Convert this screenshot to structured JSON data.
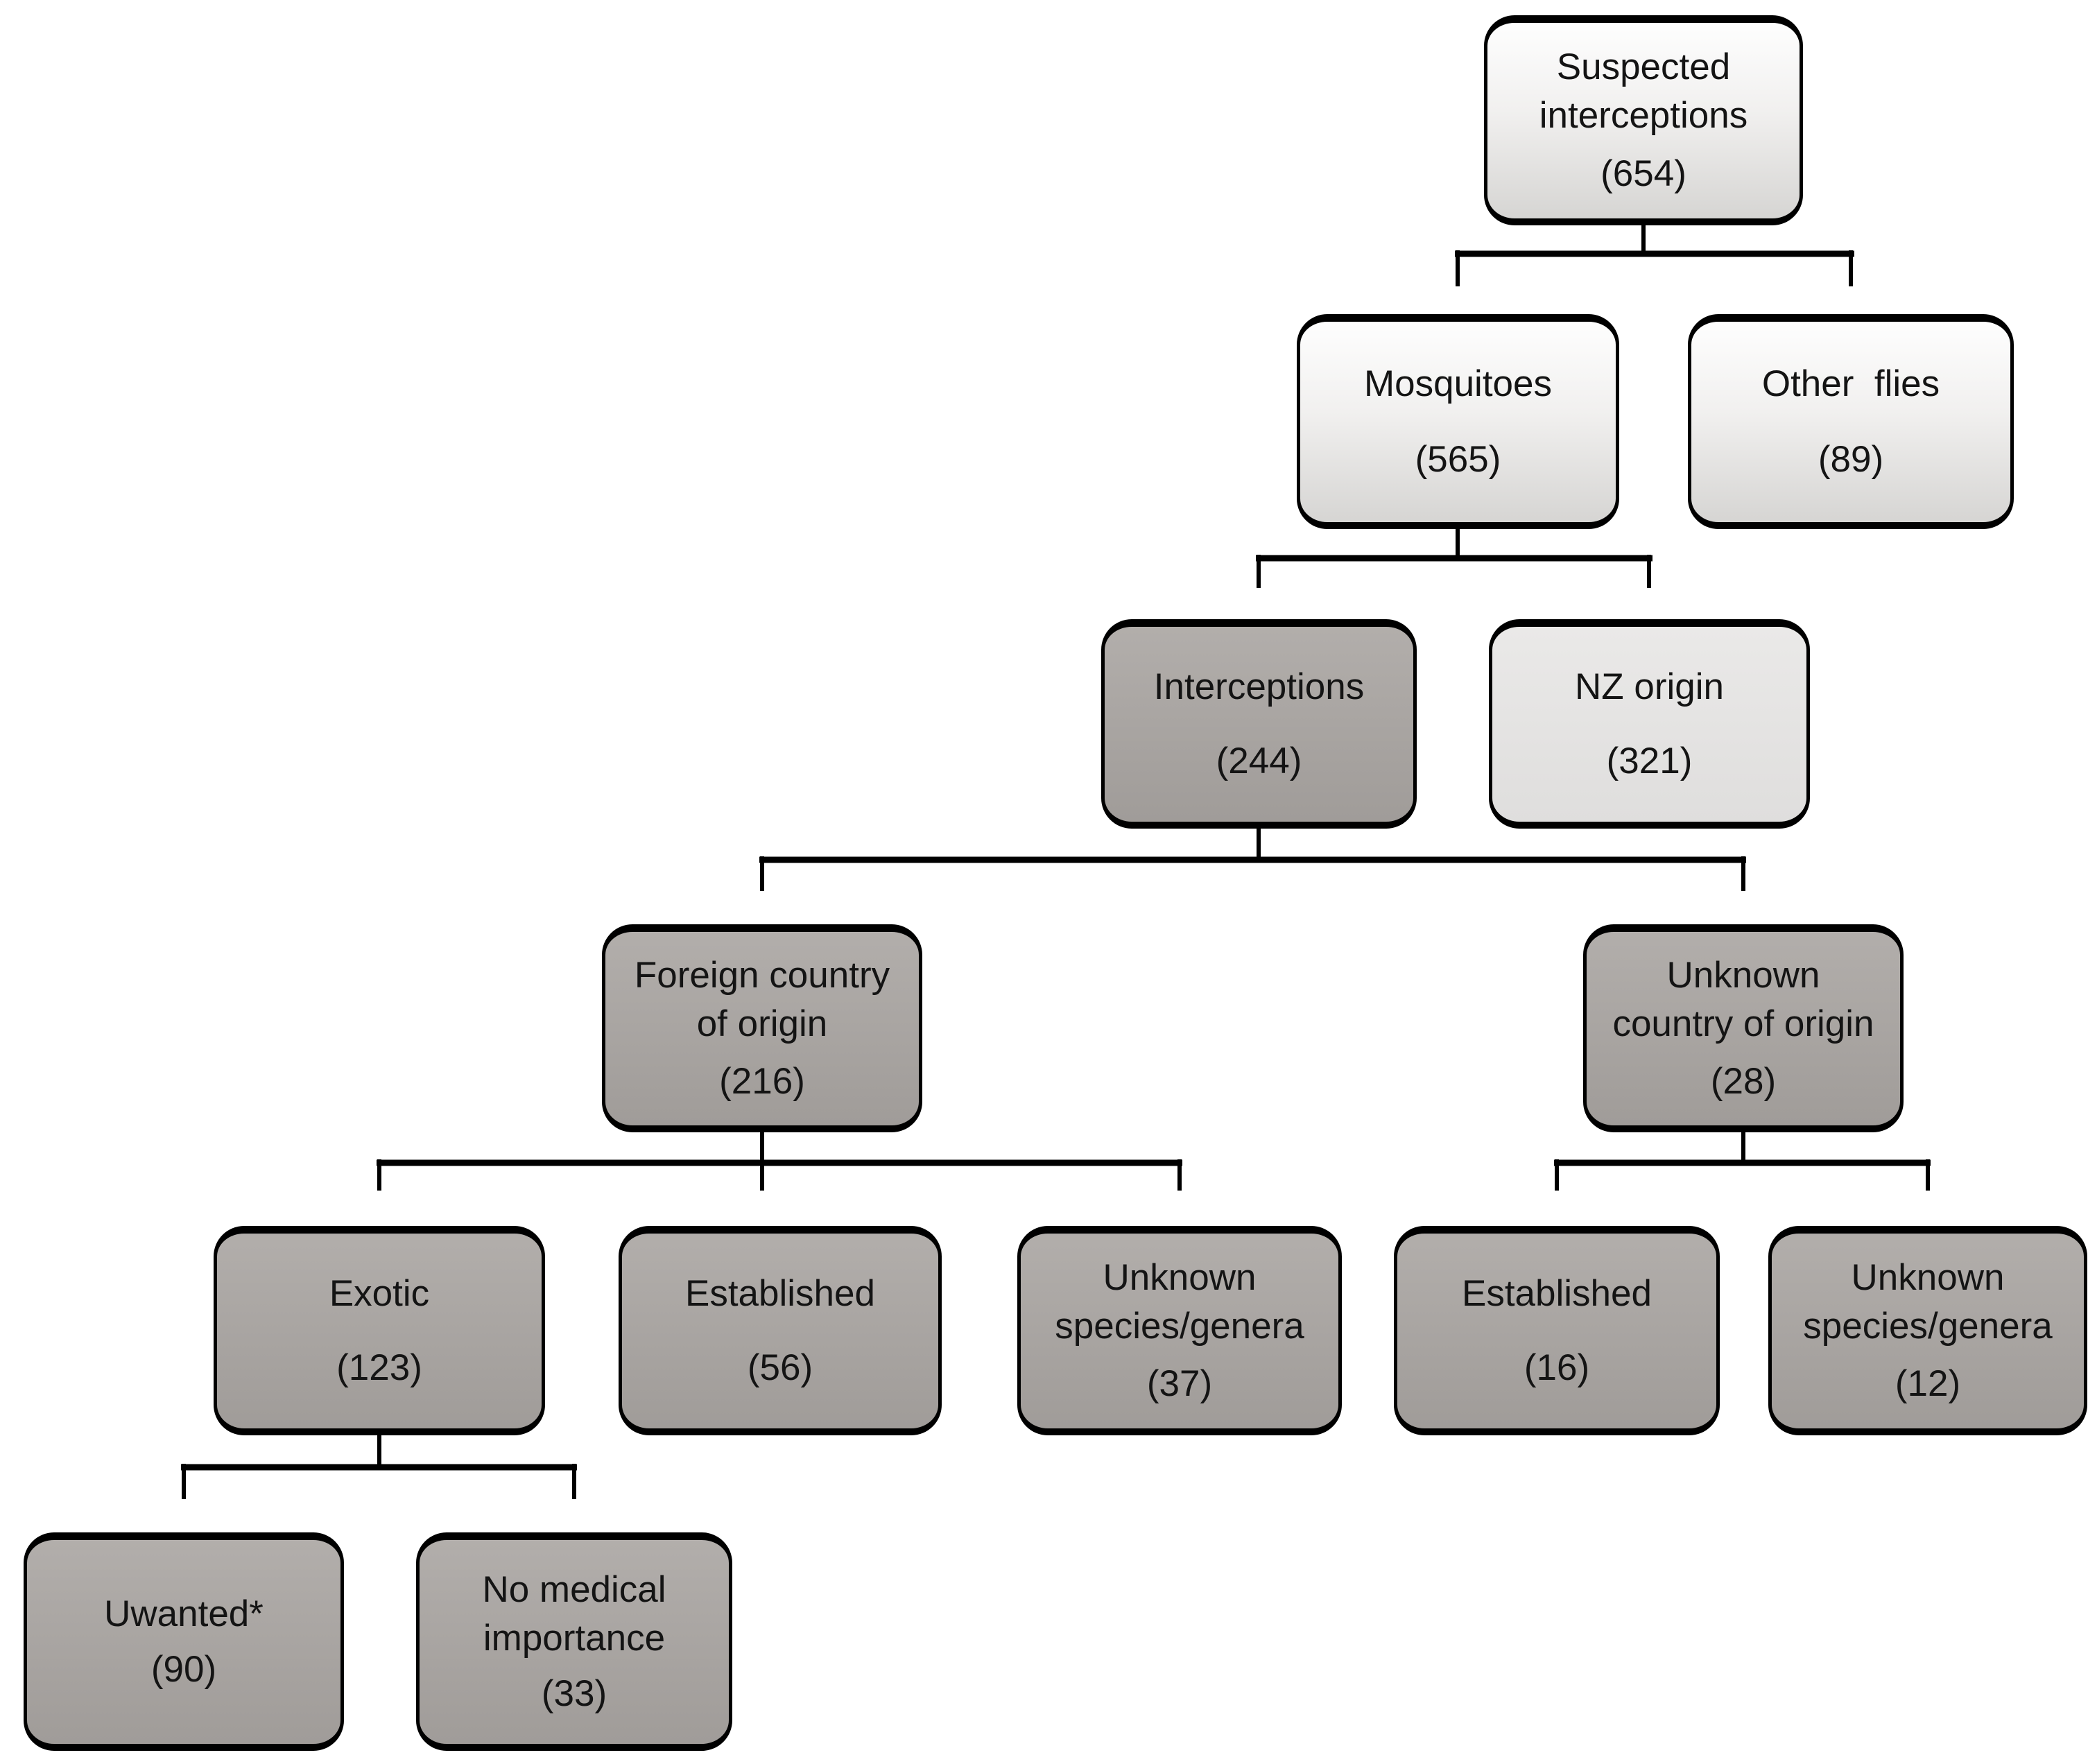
{
  "diagram": {
    "type": "flowchart-tree",
    "colors": {
      "box_border": "#000000",
      "box_gradient_top": "#fefefe",
      "box_gradient_bottom": "#d6d5d3",
      "box_gray": "#a8a4a1",
      "box_light_gray": "#e4e3e2",
      "text": "#141414",
      "connector": "#000000",
      "background": "#ffffff"
    },
    "nodes": [
      {
        "id": "suspected-interceptions",
        "label": "Suspected\ninterceptions",
        "count": "(654)",
        "value": 654,
        "fill": "gradient",
        "parent": null
      },
      {
        "id": "mosquitoes",
        "label": "Mosquitoes",
        "count": "(565)",
        "value": 565,
        "fill": "gradient",
        "parent": "suspected-interceptions"
      },
      {
        "id": "other-flies",
        "label": "Other  flies",
        "count": "(89)",
        "value": 89,
        "fill": "gradient",
        "parent": "suspected-interceptions"
      },
      {
        "id": "interceptions",
        "label": "Interceptions",
        "count": "(244)",
        "value": 244,
        "fill": "gray",
        "parent": "mosquitoes"
      },
      {
        "id": "nz-origin",
        "label": "NZ origin",
        "count": "(321)",
        "value": 321,
        "fill": "light",
        "parent": "mosquitoes"
      },
      {
        "id": "foreign-country-of-origin",
        "label": "Foreign country\nof origin",
        "count": "(216)",
        "value": 216,
        "fill": "gray",
        "parent": "interceptions"
      },
      {
        "id": "unknown-country-of-origin",
        "label": "Unknown\ncountry of origin",
        "count": "(28)",
        "value": 28,
        "fill": "gray",
        "parent": "interceptions"
      },
      {
        "id": "exotic",
        "label": "Exotic",
        "count": "(123)",
        "value": 123,
        "fill": "gray",
        "parent": "foreign-country-of-origin"
      },
      {
        "id": "established-foreign",
        "label": "Established",
        "count": "(56)",
        "value": 56,
        "fill": "gray",
        "parent": "foreign-country-of-origin"
      },
      {
        "id": "unknown-species-foreign",
        "label": "Unknown\nspecies/genera",
        "count": "(37)",
        "value": 37,
        "fill": "gray",
        "parent": "foreign-country-of-origin"
      },
      {
        "id": "established-unknown",
        "label": "Established",
        "count": "(16)",
        "value": 16,
        "fill": "gray",
        "parent": "unknown-country-of-origin"
      },
      {
        "id": "unknown-species-unknown",
        "label": "Unknown\nspecies/genera",
        "count": "(12)",
        "value": 12,
        "fill": "gray",
        "parent": "unknown-country-of-origin"
      },
      {
        "id": "uwanted",
        "label": "Uwanted*",
        "count": "(90)",
        "value": 90,
        "fill": "gray",
        "parent": "exotic"
      },
      {
        "id": "no-medical-importance",
        "label": "No medical\nimportance",
        "count": "(33)",
        "value": 33,
        "fill": "gray",
        "parent": "exotic"
      }
    ]
  }
}
